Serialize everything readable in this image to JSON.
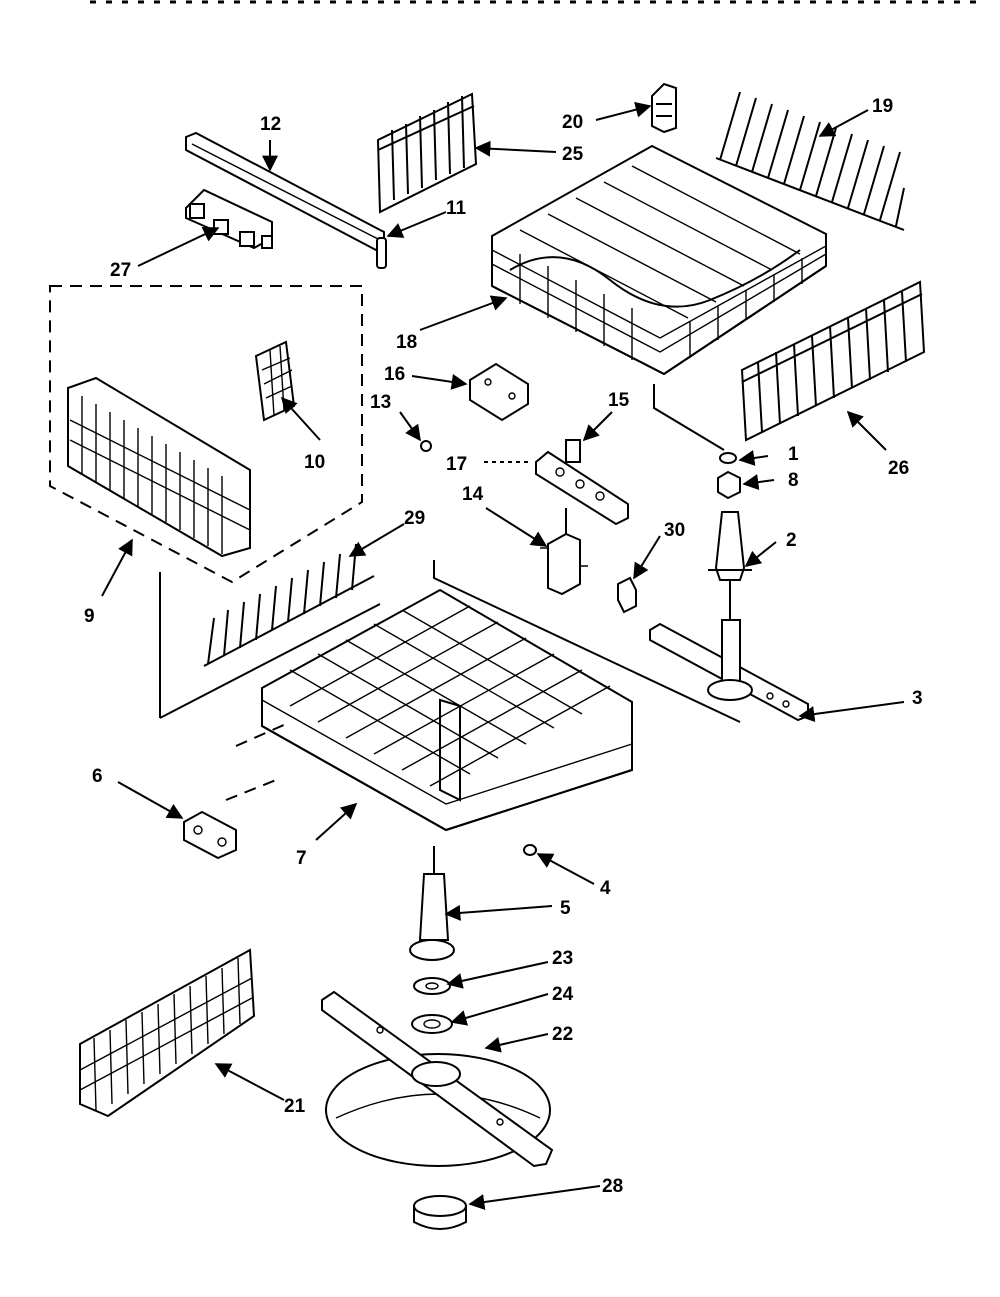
{
  "diagram": {
    "parts": [
      {
        "key": "p1",
        "label": "1"
      },
      {
        "key": "p2",
        "label": "2"
      },
      {
        "key": "p3",
        "label": "3"
      },
      {
        "key": "p4",
        "label": "4"
      },
      {
        "key": "p5",
        "label": "5"
      },
      {
        "key": "p6",
        "label": "6"
      },
      {
        "key": "p7",
        "label": "7"
      },
      {
        "key": "p8",
        "label": "8"
      },
      {
        "key": "p9",
        "label": "9"
      },
      {
        "key": "p10",
        "label": "10"
      },
      {
        "key": "p11",
        "label": "11"
      },
      {
        "key": "p12",
        "label": "12"
      },
      {
        "key": "p13",
        "label": "13"
      },
      {
        "key": "p14",
        "label": "14"
      },
      {
        "key": "p15",
        "label": "15"
      },
      {
        "key": "p16",
        "label": "16"
      },
      {
        "key": "p17",
        "label": "17"
      },
      {
        "key": "p18",
        "label": "18"
      },
      {
        "key": "p19",
        "label": "19"
      },
      {
        "key": "p20",
        "label": "20"
      },
      {
        "key": "p21",
        "label": "21"
      },
      {
        "key": "p22",
        "label": "22"
      },
      {
        "key": "p23",
        "label": "23"
      },
      {
        "key": "p24",
        "label": "24"
      },
      {
        "key": "p25",
        "label": "25"
      },
      {
        "key": "p26",
        "label": "26"
      },
      {
        "key": "p27",
        "label": "27"
      },
      {
        "key": "p28",
        "label": "28"
      },
      {
        "key": "p29",
        "label": "29"
      },
      {
        "key": "p30",
        "label": "30"
      }
    ]
  }
}
